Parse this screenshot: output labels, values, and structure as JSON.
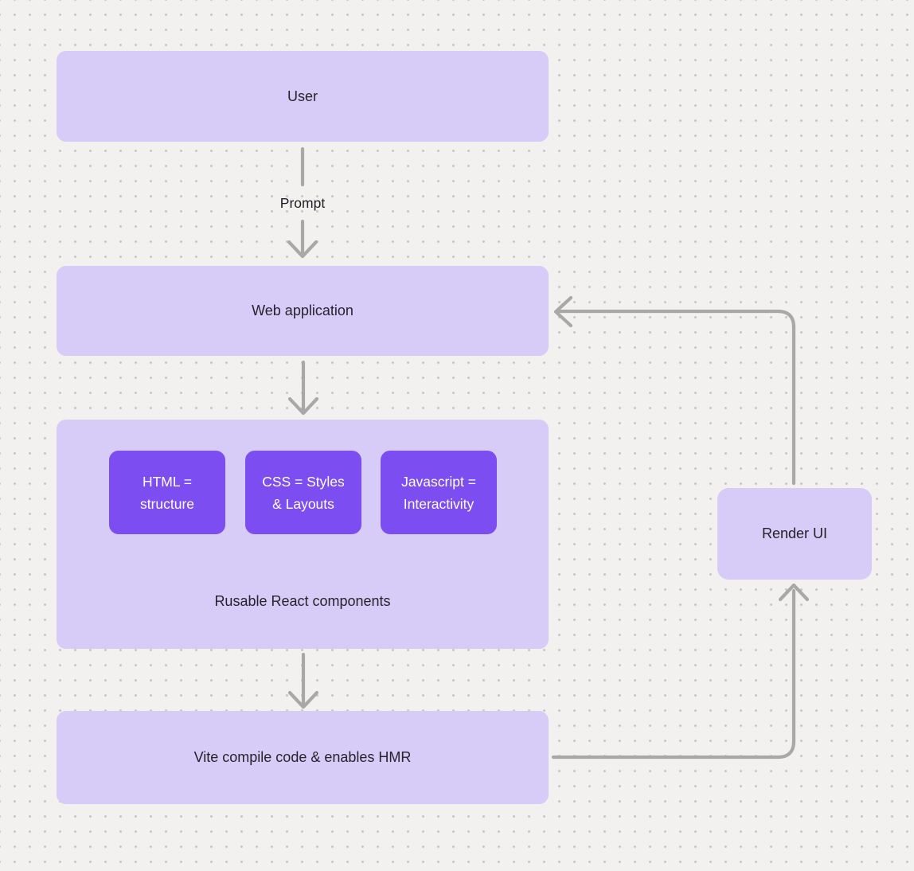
{
  "diagram": {
    "nodes": {
      "user": {
        "label": "User"
      },
      "web_application": {
        "label": "Web application"
      },
      "components": {
        "caption": "Rusable React components",
        "children": [
          {
            "line1": "HTML =",
            "line2": "structure"
          },
          {
            "line1": "CSS = Styles",
            "line2": "& Layouts"
          },
          {
            "line1": "Javascript =",
            "line2": "Interactivity"
          }
        ]
      },
      "vite": {
        "label": "Vite compile code & enables HMR"
      },
      "render_ui": {
        "label": "Render UI"
      }
    },
    "edges": {
      "prompt_label": "Prompt"
    },
    "colors": {
      "background": "#f2f1ef",
      "dot_grid": "#c9c7c5",
      "node_fill": "#d7cbf7",
      "child_node_fill": "#7c4df1",
      "child_node_text": "#ffffff",
      "node_text": "#25242b",
      "connector": "#a9a8a6"
    }
  }
}
